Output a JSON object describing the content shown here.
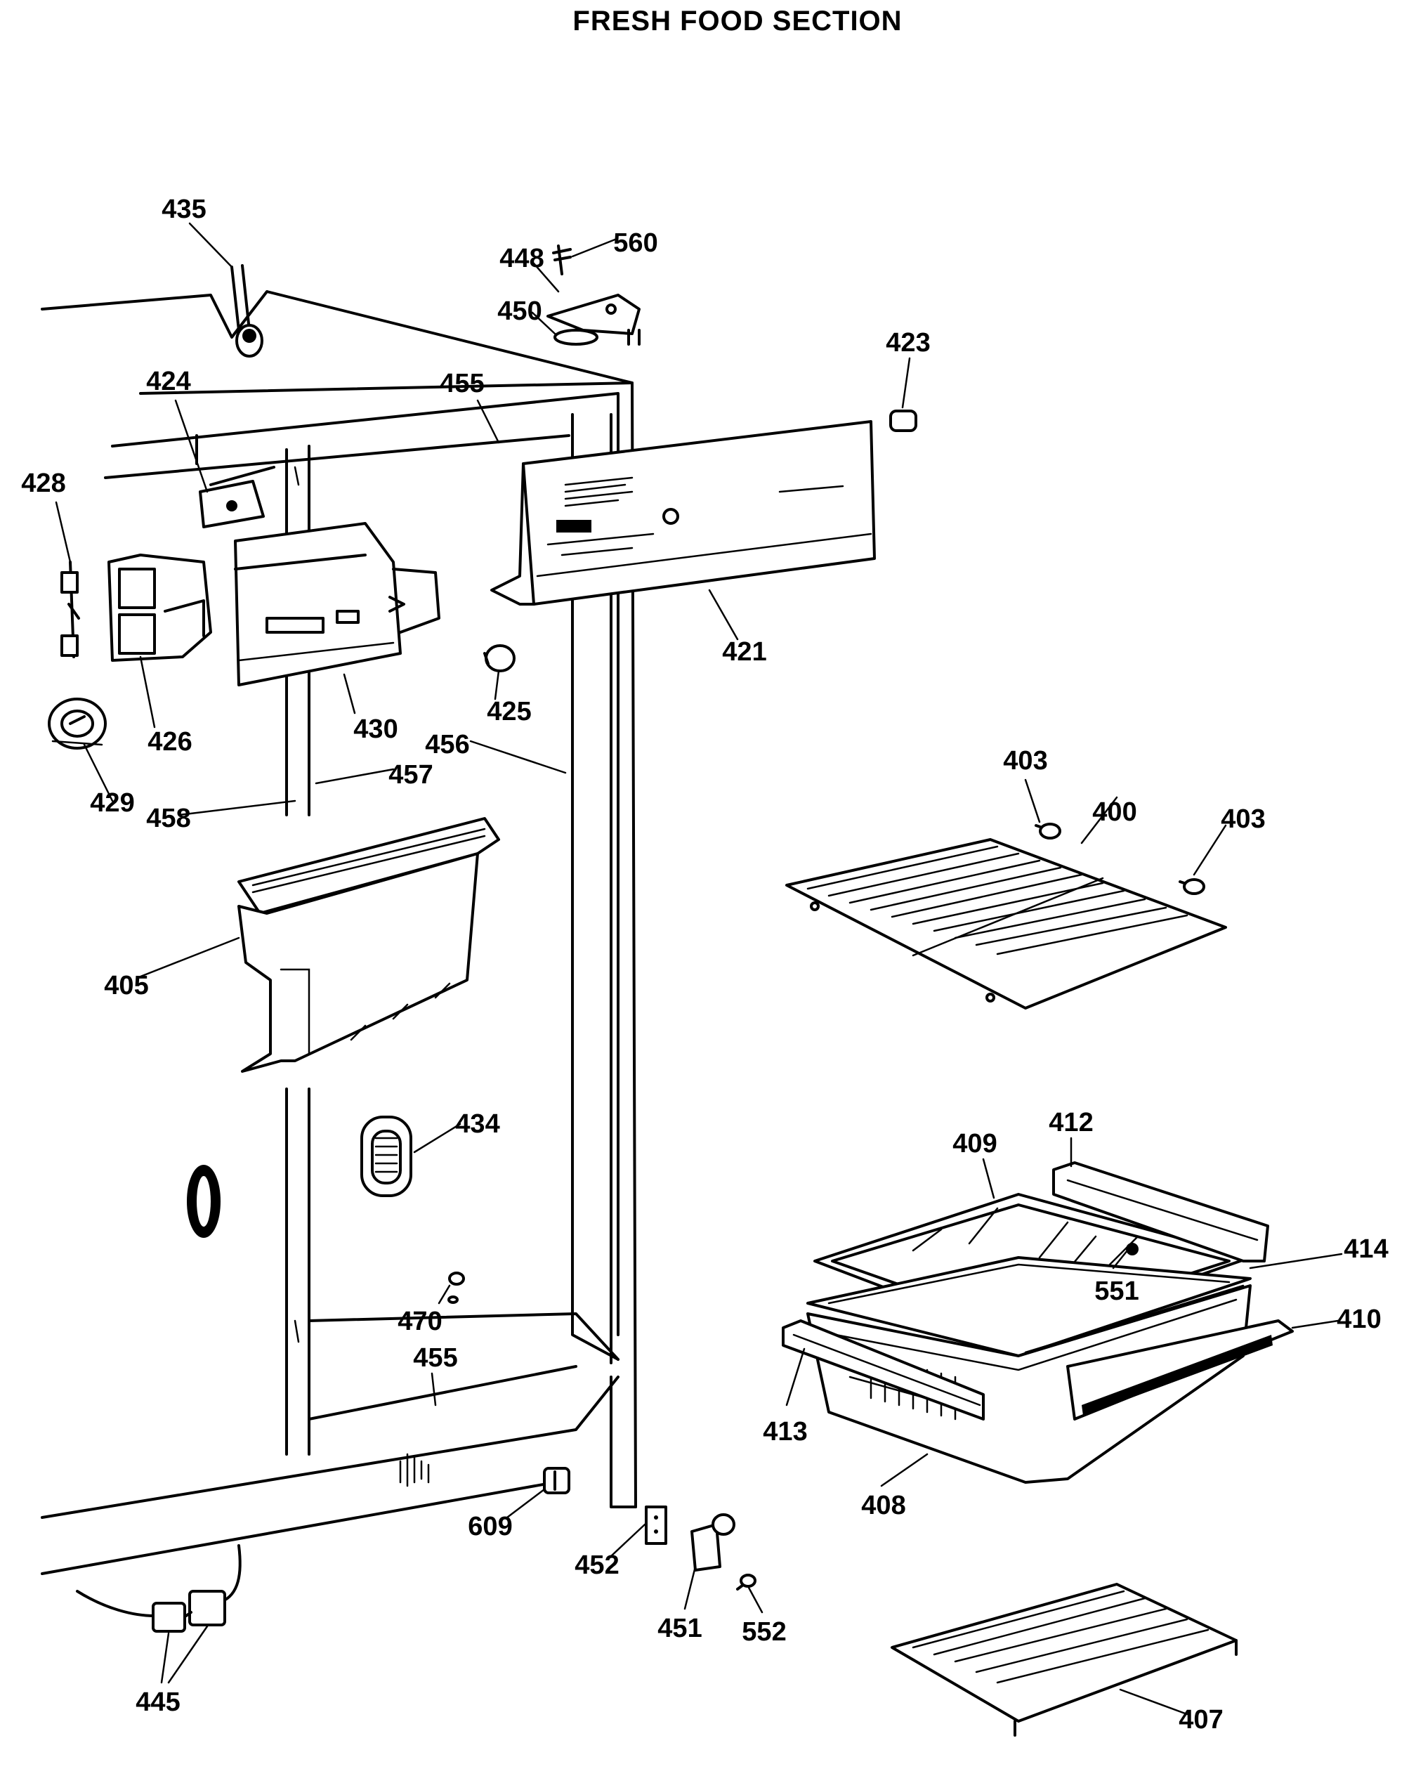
{
  "title": "FRESH FOOD SECTION",
  "labels": {
    "p400": "400",
    "p403a": "403",
    "p403b": "403",
    "p405": "405",
    "p407": "407",
    "p408": "408",
    "p409": "409",
    "p410": "410",
    "p412": "412",
    "p413": "413",
    "p414": "414",
    "p421": "421",
    "p423": "423",
    "p424": "424",
    "p425": "425",
    "p426": "426",
    "p428": "428",
    "p429": "429",
    "p430": "430",
    "p434": "434",
    "p435": "435",
    "p445": "445",
    "p448": "448",
    "p450": "450",
    "p451": "451",
    "p452": "452",
    "p455a": "455",
    "p455b": "455",
    "p456": "456",
    "p457": "457",
    "p458": "458",
    "p470": "470",
    "p551": "551",
    "p552": "552",
    "p560": "560",
    "p609": "609"
  }
}
